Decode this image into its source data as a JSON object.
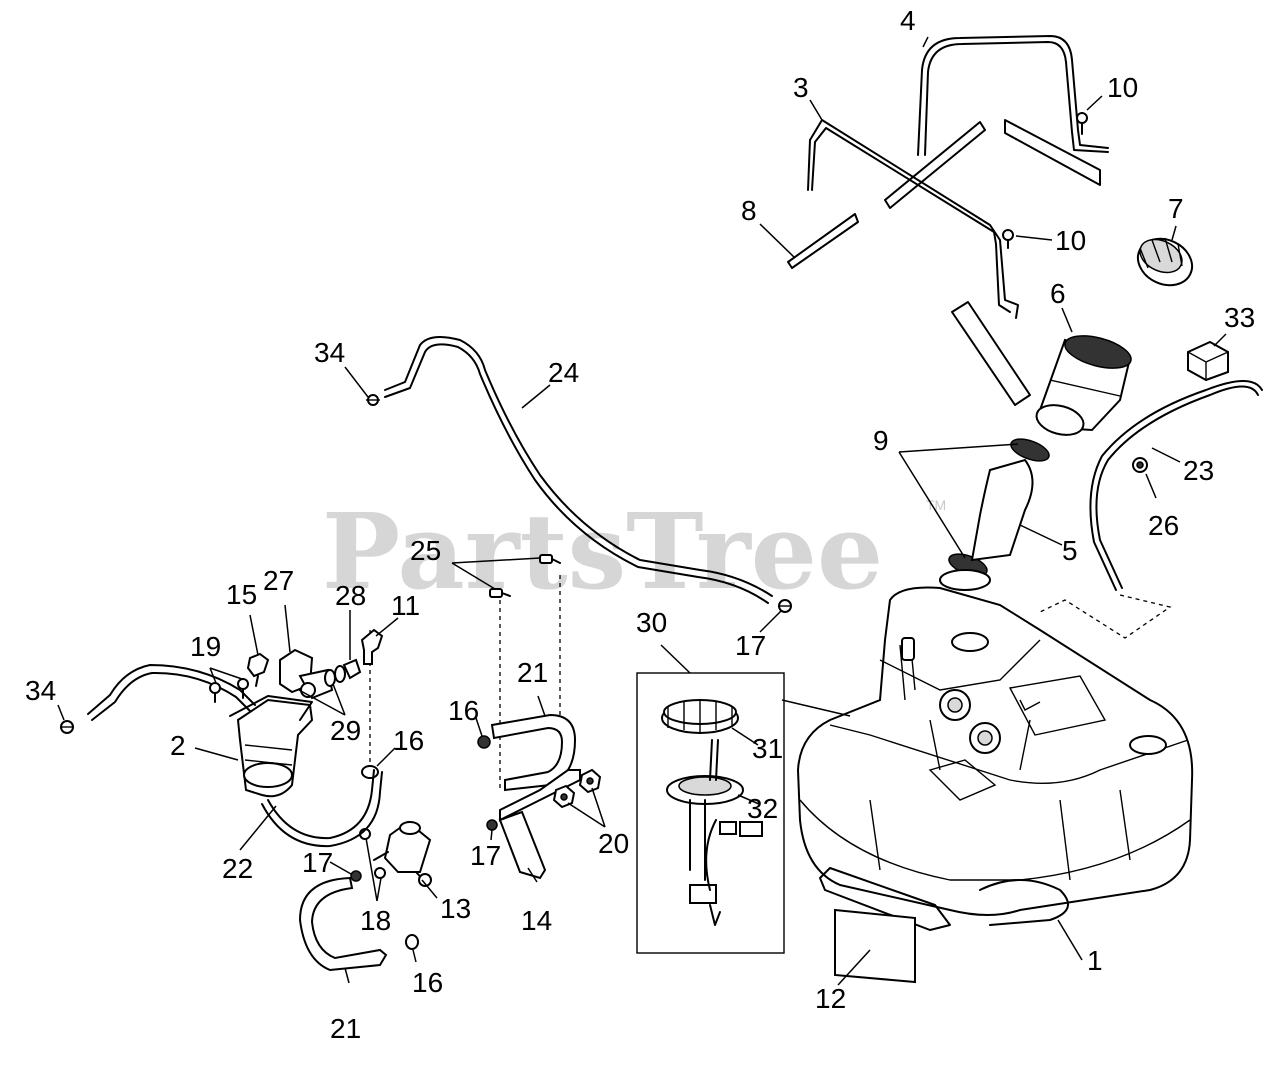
{
  "watermark": {
    "text": "PartsTree",
    "trademark": "TM"
  },
  "callouts": {
    "c1": "1",
    "c2": "2",
    "c3": "3",
    "c4": "4",
    "c5": "5",
    "c6": "6",
    "c7": "7",
    "c8": "8",
    "c9": "9",
    "c10a": "10",
    "c10b": "10",
    "c11": "11",
    "c12": "12",
    "c13": "13",
    "c14": "14",
    "c15": "15",
    "c16a": "16",
    "c16b": "16",
    "c16c": "16",
    "c17a": "17",
    "c17b": "17",
    "c17c": "17",
    "c18": "18",
    "c19": "19",
    "c20": "20",
    "c21a": "21",
    "c21b": "21",
    "c22": "22",
    "c23": "23",
    "c24": "24",
    "c25": "25",
    "c26": "26",
    "c27": "27",
    "c28": "28",
    "c29": "29",
    "c30": "30",
    "c31": "31",
    "c32": "32",
    "c33": "33",
    "c34a": "34",
    "c34b": "34"
  }
}
